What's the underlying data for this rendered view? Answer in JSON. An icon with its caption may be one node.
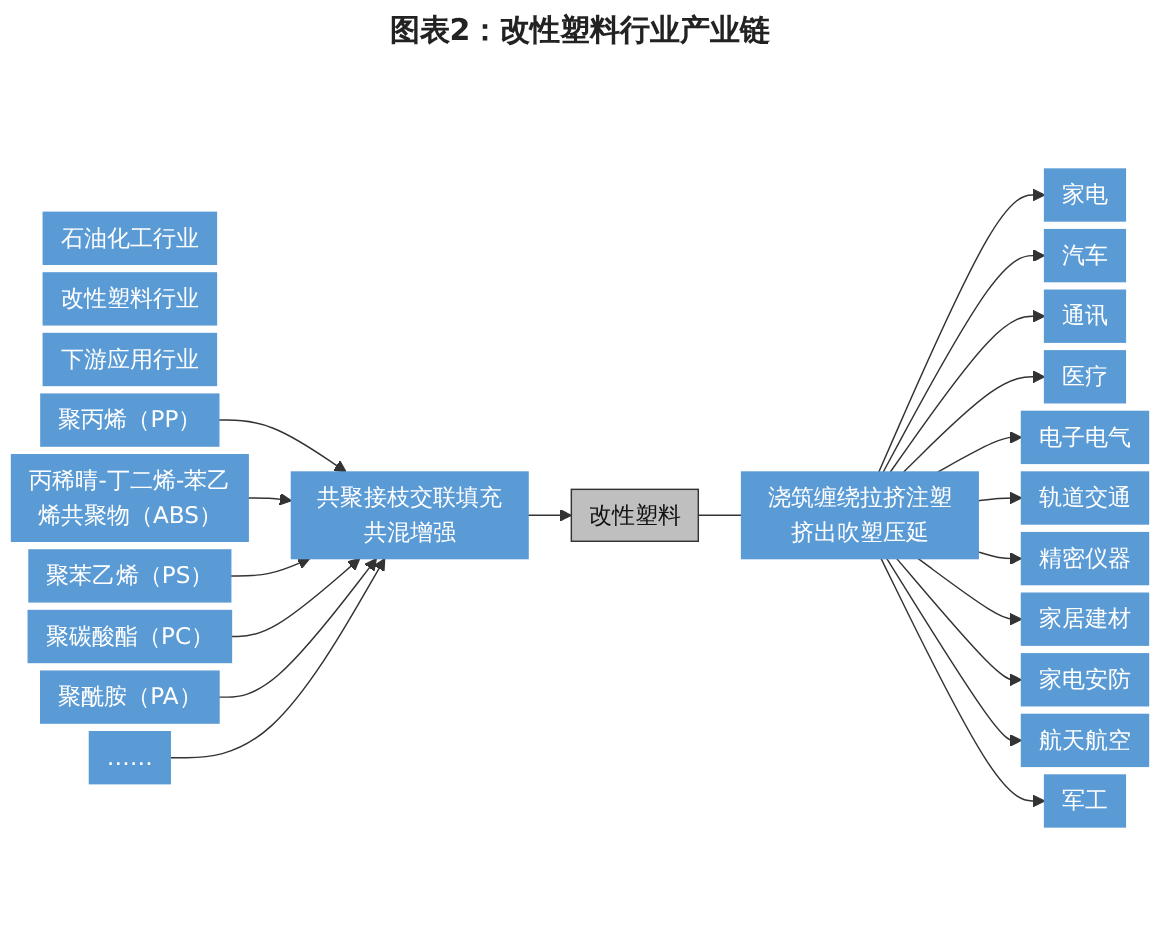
{
  "diagram": {
    "title": "图表2：改性塑料行业产业链",
    "nodes": [
      {
        "text": [
          "石油化工行业"
        ]
      },
      {
        "text": [
          "改性塑料行业"
        ]
      },
      {
        "text": [
          "下游应用行业"
        ]
      },
      {
        "text": [
          "聚丙烯（PP）"
        ]
      },
      {
        "text": [
          "丙稀晴-丁二烯-苯乙烯共聚物（ABS）"
        ]
      },
      {
        "text": [
          "聚苯乙烯（PS）"
        ]
      },
      {
        "text": [
          "聚碳酸酯（PC）"
        ]
      },
      {
        "text": [
          "聚酰胺（PA）"
        ]
      },
      {
        "text": [
          "……"
        ]
      },
      {
        "text": [
          "共聚接枝交联填充共混增强"
        ]
      },
      {
        "text": [
          "改性塑料"
        ]
      },
      {
        "text": [
          "浇筑缠绕拉挤注塑挤出吹塑压延"
        ]
      },
      {
        "text": [
          "家电"
        ]
      },
      {
        "text": [
          "汽车"
        ]
      },
      {
        "text": [
          "通讯"
        ]
      },
      {
        "text": [
          "医疗"
        ]
      },
      {
        "text": [
          "电子电气"
        ]
      },
      {
        "text": [
          "轨道交通"
        ]
      },
      {
        "text": [
          "精密仪器"
        ]
      },
      {
        "text": [
          "家居建材"
        ]
      },
      {
        "text": [
          "家电安防"
        ]
      },
      {
        "text": [
          "航天航空"
        ]
      },
      {
        "text": [
          "军工"
        ]
      }
    ],
    "edges": [
      {
        "from": 3,
        "to": 9,
        "arrow": "to"
      },
      {
        "from": 4,
        "to": 9,
        "arrow": "to"
      },
      {
        "from": 5,
        "to": 9,
        "arrow": "to"
      },
      {
        "from": 6,
        "to": 9,
        "arrow": "to"
      },
      {
        "from": 7,
        "to": 9,
        "arrow": "to"
      },
      {
        "from": 8,
        "to": 9,
        "arrow": "to"
      },
      {
        "from": 9,
        "to": 10,
        "arrow": "to"
      },
      {
        "from": 10,
        "to": 11,
        "arrow": "none"
      },
      {
        "from": 11,
        "to": 12,
        "arrow": "to"
      },
      {
        "from": 11,
        "to": 13,
        "arrow": "to"
      },
      {
        "from": 11,
        "to": 14,
        "arrow": "to"
      },
      {
        "from": 11,
        "to": 15,
        "arrow": "to"
      },
      {
        "from": 11,
        "to": 16,
        "arrow": "to"
      },
      {
        "from": 11,
        "to": 17,
        "arrow": "to"
      },
      {
        "from": 11,
        "to": 18,
        "arrow": "to"
      },
      {
        "from": 11,
        "to": 19,
        "arrow": "to"
      },
      {
        "from": 11,
        "to": 20,
        "arrow": "to"
      },
      {
        "from": 11,
        "to": 21,
        "arrow": "to"
      },
      {
        "from": 11,
        "to": 22,
        "arrow": "to"
      }
    ]
  }
}
